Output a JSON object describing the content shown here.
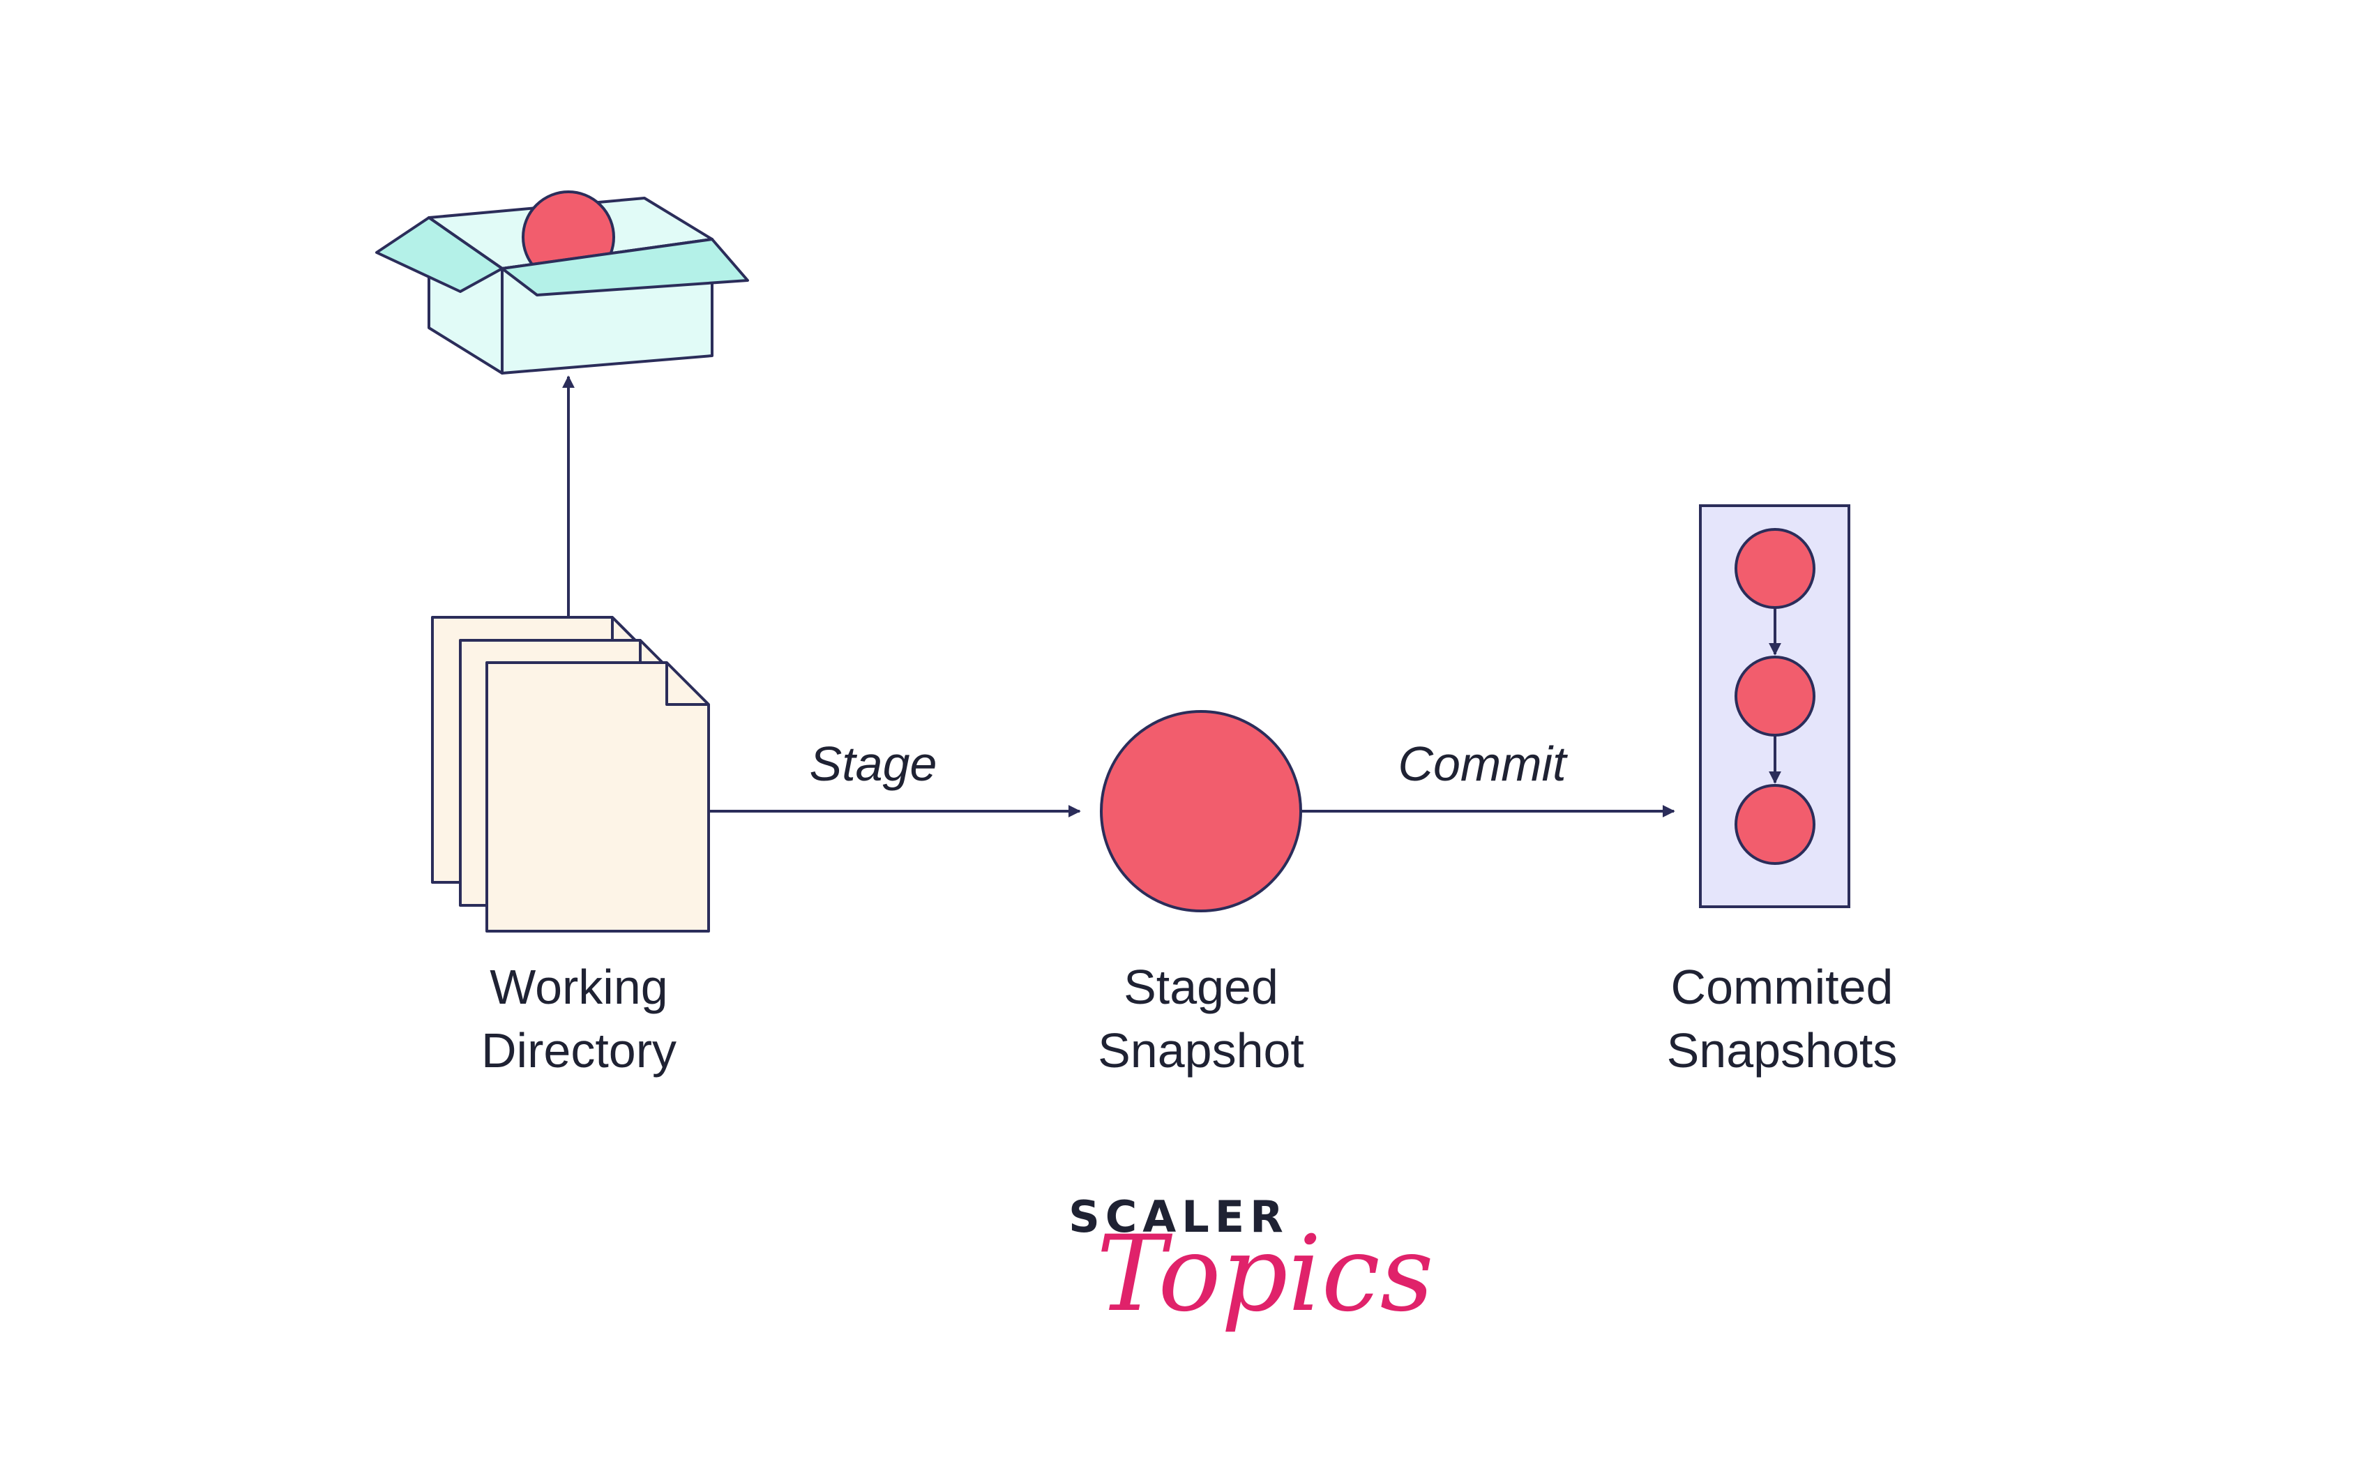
{
  "nodes": {
    "working_directory": {
      "line1": "Working",
      "line2": "Directory"
    },
    "staged_snapshot": {
      "line1": "Staged",
      "line2": "Snapshot"
    },
    "committed_snapshots": {
      "line1": "Commited",
      "line2": "Snapshots"
    }
  },
  "edges": {
    "stage": "Stage",
    "commit": "Commit"
  },
  "brand": {
    "name": "SCALER",
    "tagline": "Topics"
  },
  "colors": {
    "ink": "#1f2233",
    "snapshot_red": "#f25d6d",
    "paper": "#fdf4e7",
    "box_face": "#e1fbf7",
    "box_flap": "#b4f1e8",
    "commit_panel": "#e5e5fb",
    "brand_dark": "#1f2233",
    "brand_pink": "#e0226a"
  }
}
